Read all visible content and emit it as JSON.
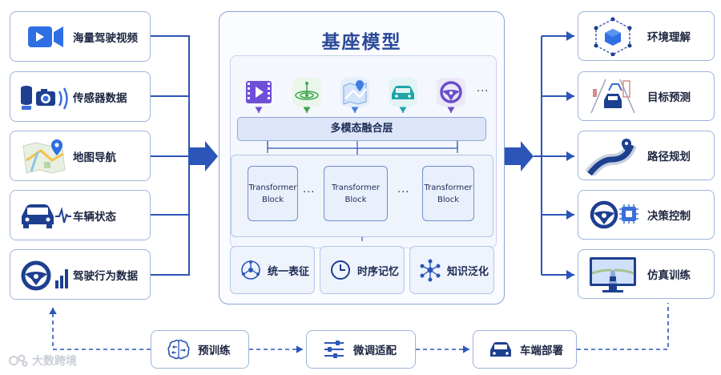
{
  "inputs": [
    {
      "label": "海量驾驶视频",
      "icon": "video-camera-icon"
    },
    {
      "label": "传感器数据",
      "icon": "lidar-camera-signal-icon"
    },
    {
      "label": "地图导航",
      "icon": "map-pin-icon"
    },
    {
      "label": "车辆状态",
      "icon": "car-pulse-icon"
    },
    {
      "label": "驾驶行为数据",
      "icon": "steering-wheel-chart-icon"
    }
  ],
  "main": {
    "title": "基座模型",
    "modalities": [
      {
        "icon": "video-film-icon",
        "color": "#6f4fd8"
      },
      {
        "icon": "radar-wave-icon",
        "color": "#3aa64a"
      },
      {
        "icon": "map-icon",
        "color": "#3f7de0"
      },
      {
        "icon": "car-icon",
        "color": "#1fa5a8"
      },
      {
        "icon": "steering-wheel-icon",
        "color": "#6a4fc8"
      }
    ],
    "more": "...",
    "fusion_label": "多模态融合层",
    "blocks": [
      {
        "line1": "Transformer",
        "line2": "Block"
      },
      {
        "line1": "Transformer",
        "line2": "Block"
      },
      {
        "line1": "Transformer",
        "line2": "Block"
      }
    ],
    "block_ellipsis": "···",
    "capabilities": [
      {
        "label": "统一表征",
        "icon": "network-nodes-icon"
      },
      {
        "label": "时序记忆",
        "icon": "clock-icon"
      },
      {
        "label": "知识泛化",
        "icon": "share-nodes-icon"
      }
    ]
  },
  "outputs": [
    {
      "label": "环境理解",
      "icon": "cube-network-icon"
    },
    {
      "label": "目标预测",
      "icon": "traffic-prediction-icon"
    },
    {
      "label": "路径规划",
      "icon": "road-path-icon"
    },
    {
      "label": "决策控制",
      "icon": "wheel-chip-icon"
    },
    {
      "label": "仿真训练",
      "icon": "simulator-monitor-icon"
    }
  ],
  "pipeline": [
    {
      "label": "预训练",
      "icon": "brain-icon"
    },
    {
      "label": "微调适配",
      "icon": "sliders-icon"
    },
    {
      "label": "车端部署",
      "icon": "car-deploy-icon"
    }
  ],
  "watermark": "大数跨境",
  "colors": {
    "accent": "#2b55b8",
    "border": "#9db3dc",
    "line": "#2b55b8"
  }
}
